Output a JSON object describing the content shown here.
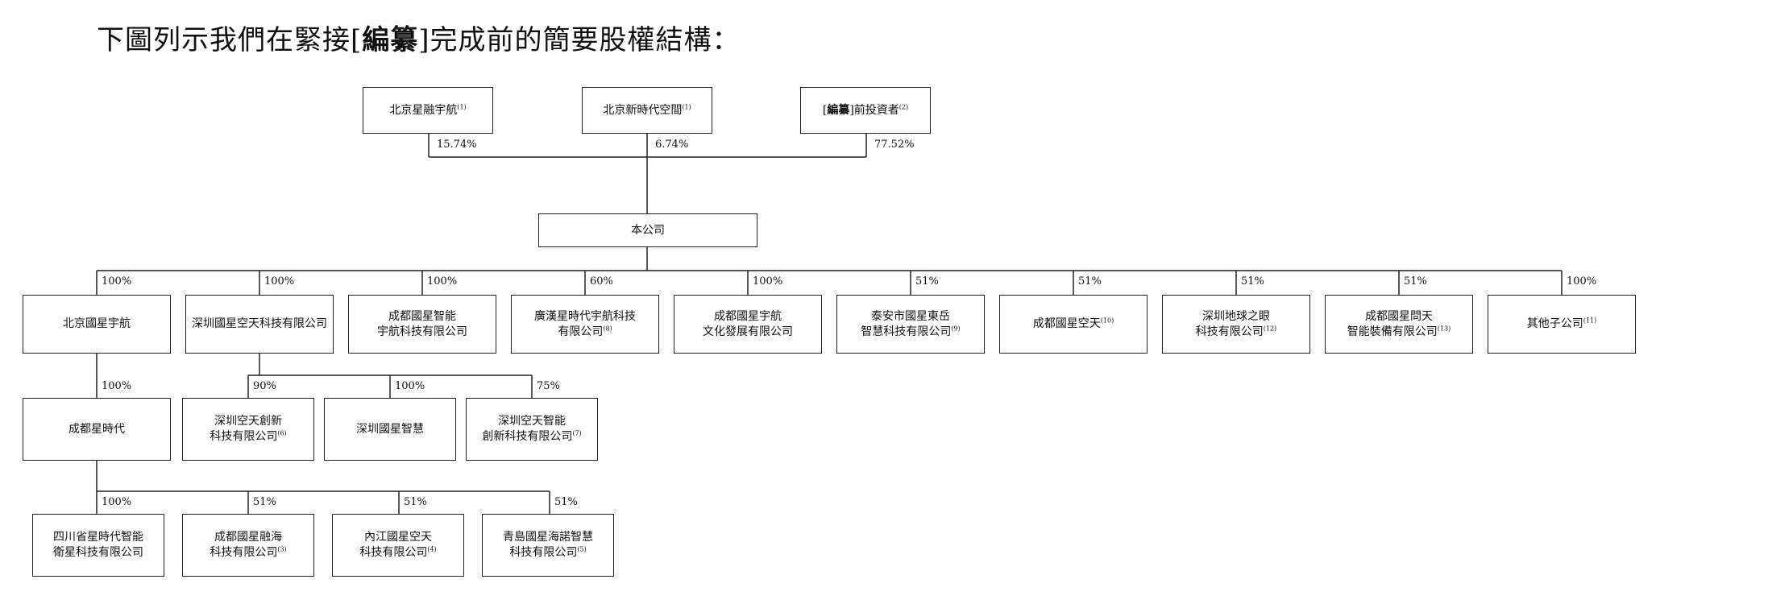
{
  "title": {
    "before": "下圖列示我們在緊接[",
    "bold": "編纂",
    "after": "]完成前的簡要股權結構："
  },
  "shareholders": [
    {
      "name": "北京星融宇航",
      "note": "(1)",
      "pct": "15.74%"
    },
    {
      "name": "北京新時代空間",
      "note": "(1)",
      "pct": "6.74%"
    },
    {
      "prefix": "[",
      "bold": "編纂",
      "suffix": "]前投資者",
      "note": "(2)",
      "pct": "77.52%"
    }
  ],
  "company": "本公司",
  "subsidiaries": [
    {
      "lines": [
        "北京國星宇航"
      ],
      "note": "",
      "pct": "100%"
    },
    {
      "lines": [
        "深圳國星空天科技有限公司"
      ],
      "note": "",
      "pct": "100%"
    },
    {
      "lines": [
        "成都國星智能",
        "宇航科技有限公司"
      ],
      "note": "",
      "pct": "100%"
    },
    {
      "lines": [
        "廣漢星時代宇航科技",
        "有限公司"
      ],
      "note": "(8)",
      "pct": "60%"
    },
    {
      "lines": [
        "成都國星宇航",
        "文化發展有限公司"
      ],
      "note": "",
      "pct": "100%"
    },
    {
      "lines": [
        "泰安市國星東岳",
        "智慧科技有限公司"
      ],
      "note": "(9)",
      "pct": "51%"
    },
    {
      "lines": [
        "成都國星空天"
      ],
      "note": "(10)",
      "pct": "51%"
    },
    {
      "lines": [
        "深圳地球之眼",
        "科技有限公司"
      ],
      "note": "(12)",
      "pct": "51%"
    },
    {
      "lines": [
        "成都國星問天",
        "智能裝備有限公司"
      ],
      "note": "(13)",
      "pct": "51%"
    },
    {
      "lines": [
        "其他子公司"
      ],
      "note": "(11)",
      "pct": "100%"
    }
  ],
  "beijing_child": {
    "lines": [
      "成都星時代"
    ],
    "note": "",
    "pct": "100%"
  },
  "shenzhen_children": [
    {
      "lines": [
        "深圳空天創新",
        "科技有限公司"
      ],
      "note": "(6)",
      "pct": "90%"
    },
    {
      "lines": [
        "深圳國星智慧"
      ],
      "note": "",
      "pct": "100%"
    },
    {
      "lines": [
        "深圳空天智能",
        "創新科技有限公司"
      ],
      "note": "(7)",
      "pct": "75%"
    }
  ],
  "chengdu_children": [
    {
      "lines": [
        "四川省星時代智能",
        "衛星科技有限公司"
      ],
      "note": "",
      "pct": "100%"
    },
    {
      "lines": [
        "成都國星融海",
        "科技有限公司"
      ],
      "note": "(3)",
      "pct": "51%"
    },
    {
      "lines": [
        "內江國星空天",
        "科技有限公司"
      ],
      "note": "(4)",
      "pct": "51%"
    },
    {
      "lines": [
        "青島國星海諾智慧",
        "科技有限公司"
      ],
      "note": "(5)",
      "pct": "51%"
    }
  ]
}
